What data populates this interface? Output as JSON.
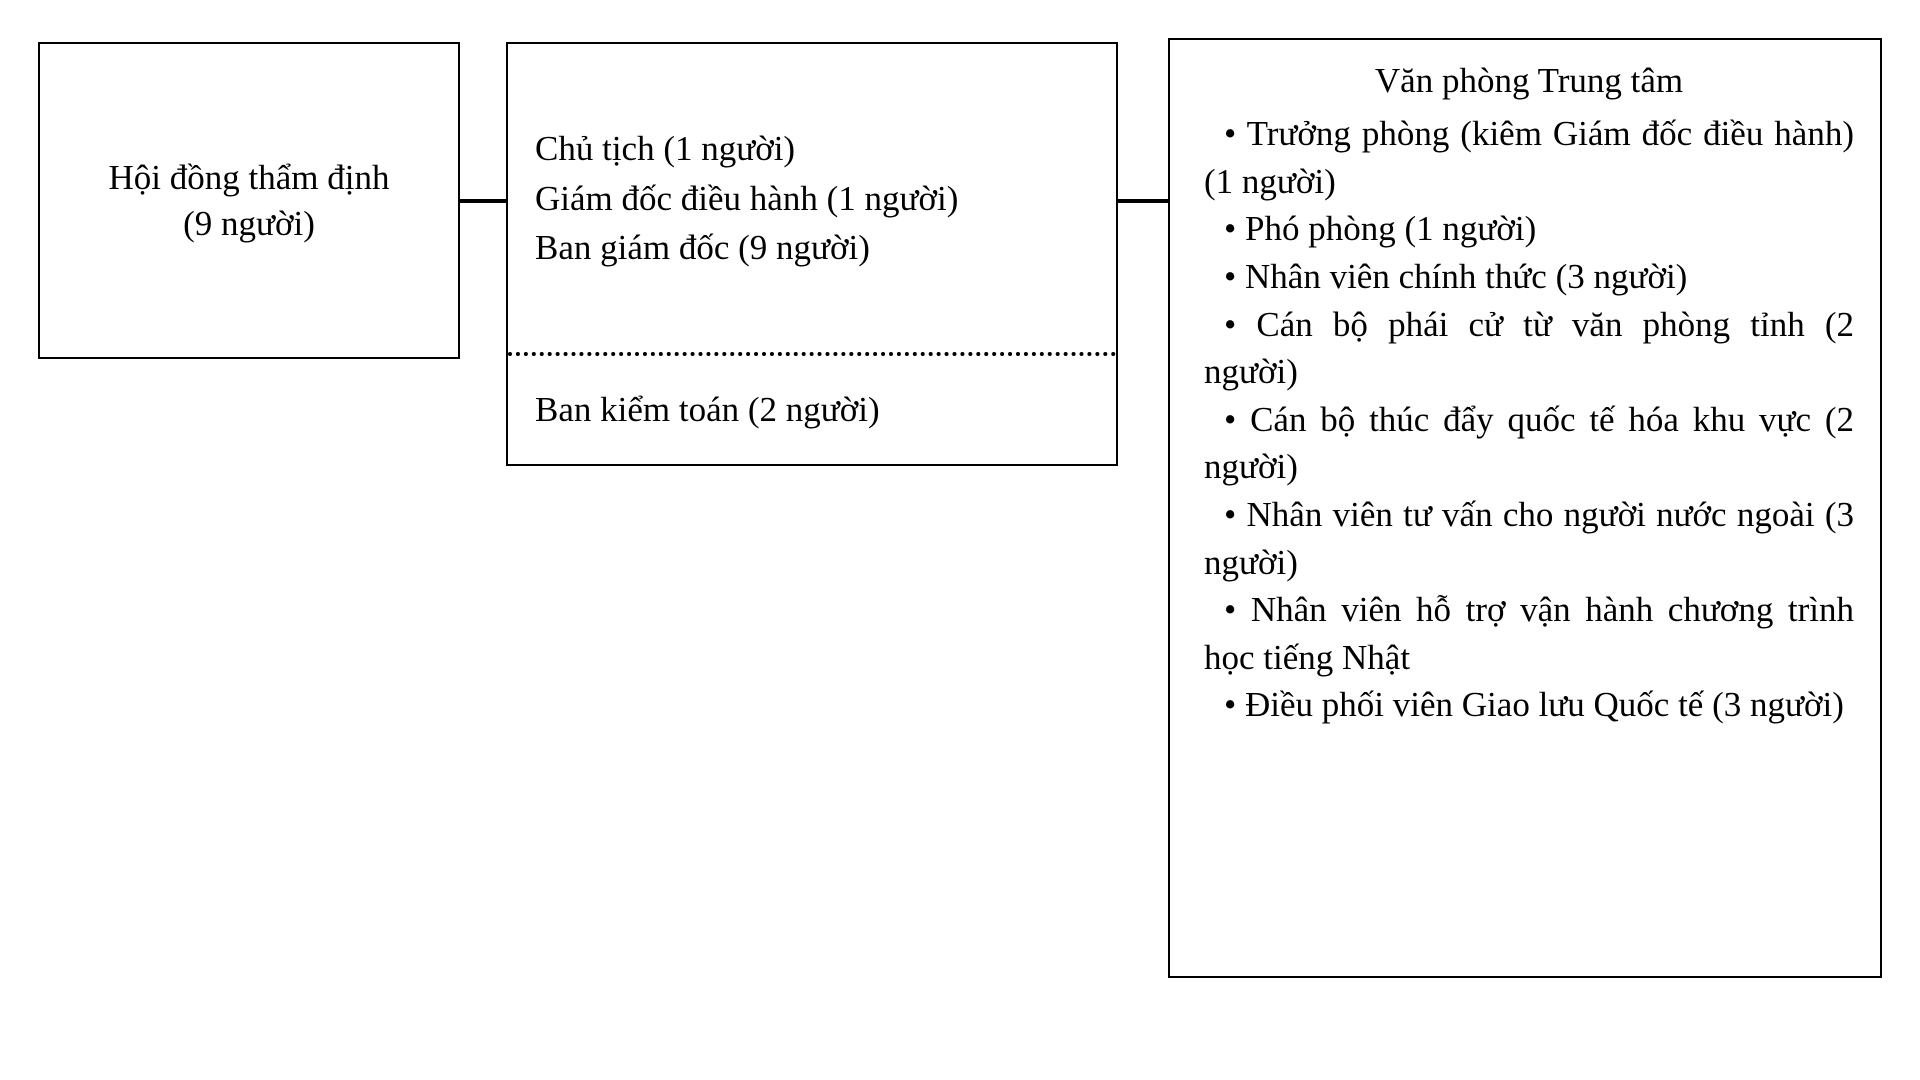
{
  "diagram": {
    "council_box": {
      "line1": "Hội đồng thẩm định",
      "line2": "(9 người)"
    },
    "board_box": {
      "upper_lines": [
        "Chủ tịch (1 người)",
        "Giám đốc điều hành (1 người)",
        "Ban giám đốc (9 người)"
      ],
      "lower_line": "Ban kiểm toán (2 người)"
    },
    "office_box": {
      "title": "Văn phòng Trung tâm",
      "bullet": "•",
      "items": [
        "Trưởng phòng (kiêm Giám đốc điều hành) (1 người)",
        "Phó phòng (1 người)",
        "Nhân viên chính thức (3 người)",
        "Cán bộ phái cử từ văn phòng tỉnh (2 người)",
        "Cán bộ thúc đẩy quốc tế hóa khu vực (2 người)",
        "Nhân viên tư vấn cho người nước ngoài (3 người)",
        "Nhân viên hỗ trợ vận hành chương trình học tiếng Nhật",
        "Điều phối viên Giao lưu Quốc tế (3 người)"
      ]
    },
    "colors": {
      "border": "#000000",
      "text": "#000000",
      "background": "#ffffff"
    }
  }
}
